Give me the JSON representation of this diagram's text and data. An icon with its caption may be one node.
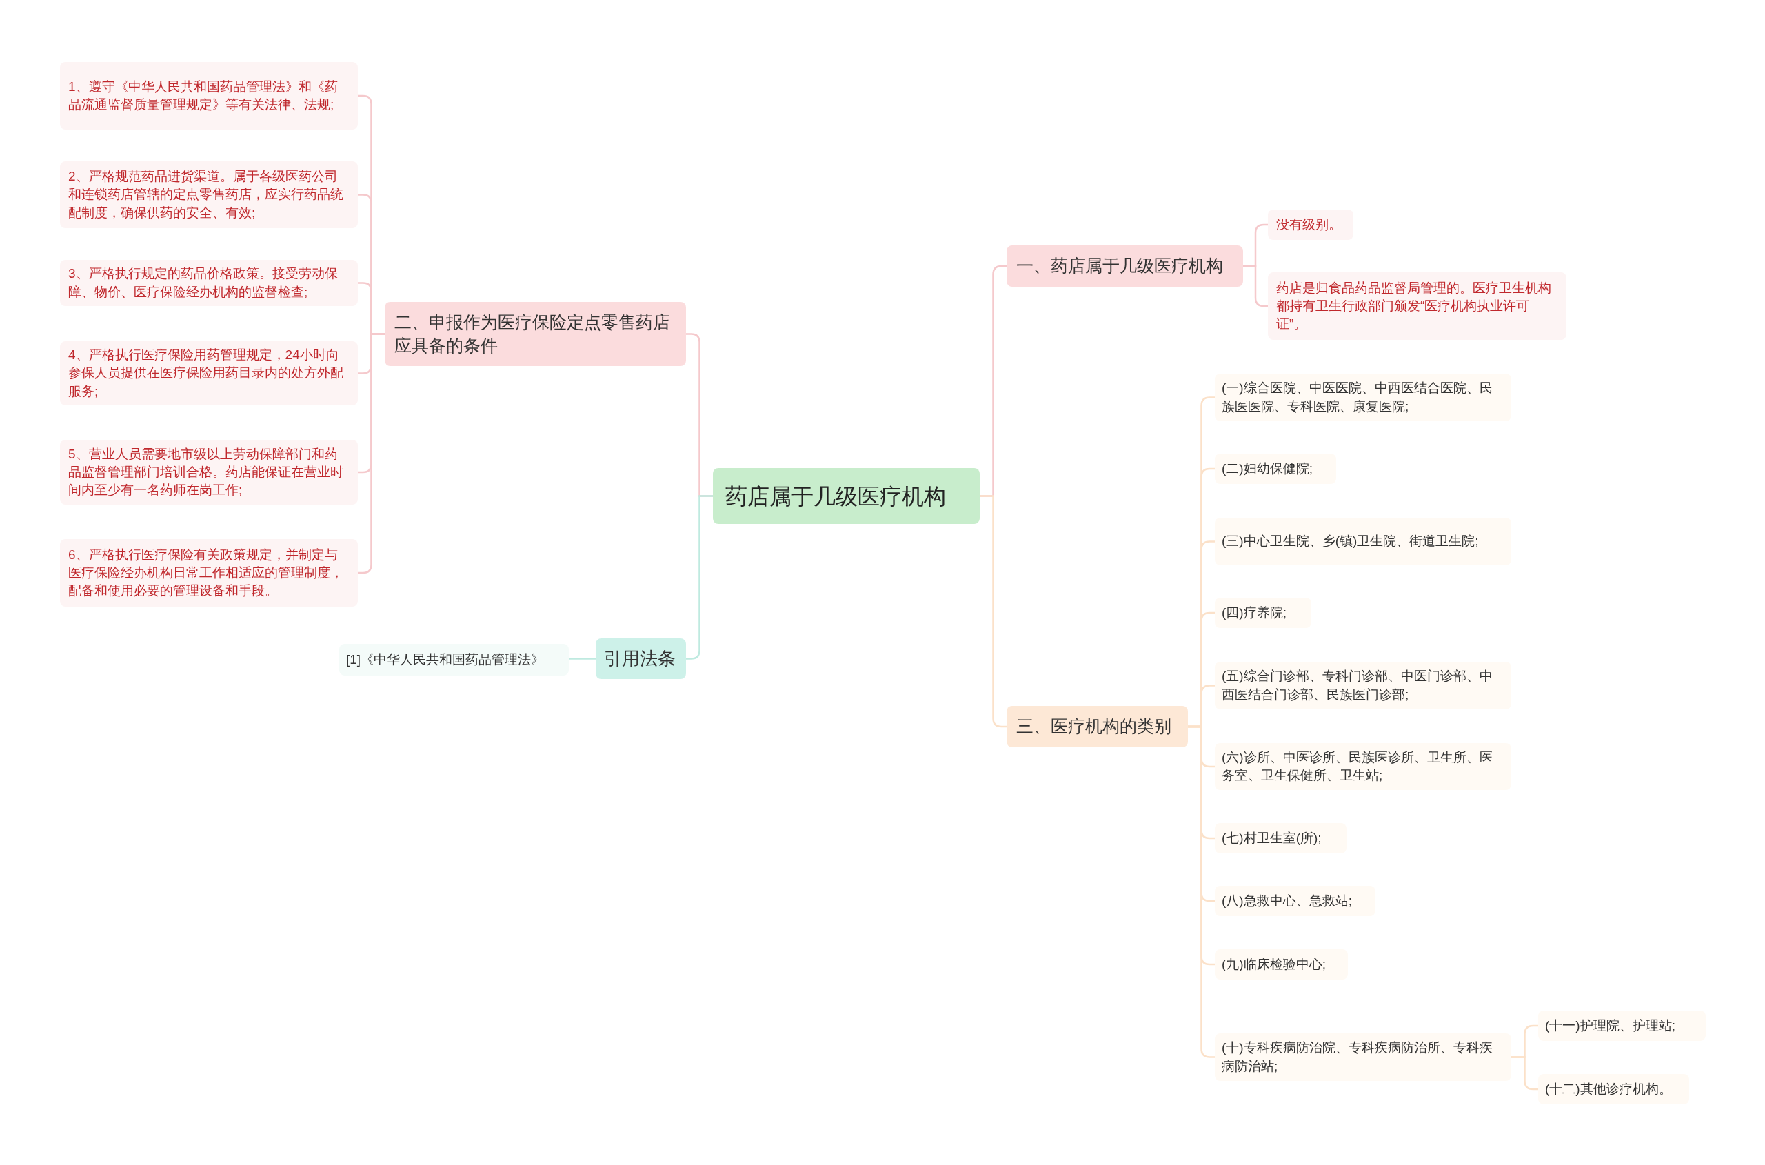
{
  "diagram": {
    "nodes": [
      {
        "text": [
          "药店属于几级医疗机构"
        ]
      },
      {
        "text": [
          "二、申报作为医疗保险定点零售药店应具备的条件"
        ]
      },
      {
        "text": [
          "1、遵守《中华人民共和国药品管理法》和《药品流通监督质量管理规定》等有关法律、法规;"
        ]
      },
      {
        "text": [
          "2、严格规范药品进货渠道。属于各级医药公司和连锁药店管辖的定点零售药店，应实行药品统配制度，确保供药的安全、有效;"
        ]
      },
      {
        "text": [
          "3、严格执行规定的药品价格政策。接受劳动保障、物价、医疗保险经办机构的监督检查;"
        ]
      },
      {
        "text": [
          "4、严格执行医疗保险用药管理规定，24小时向参保人员提供在医疗保险用药目录内的处方外配服务;"
        ]
      },
      {
        "text": [
          "5、营业人员需要地市级以上劳动保障部门和药品监督管理部门培训合格。药店能保证在营业时间内至少有一名药师在岗工作;"
        ]
      },
      {
        "text": [
          "6、严格执行医疗保险有关政策规定，并制定与医疗保险经办机构日常工作相适应的管理制度，配备和使用必要的管理设备和手段。"
        ]
      },
      {
        "text": [
          "引用法条"
        ]
      },
      {
        "text": [
          "[1]《中华人民共和国药品管理法》"
        ]
      },
      {
        "text": [
          "一、药店属于几级医疗机构"
        ]
      },
      {
        "text": [
          "没有级别。"
        ]
      },
      {
        "text": [
          "药店是归食品药品监督局管理的。医疗卫生机构都持有卫生行政部门颁发“医疗机构执业许可证”。"
        ]
      },
      {
        "text": [
          "三、医疗机构的类别"
        ]
      },
      {
        "text": [
          "(一)综合医院、中医医院、中西医结合医院、民族医医院、专科医院、康复医院;"
        ]
      },
      {
        "text": [
          "(二)妇幼保健院;"
        ]
      },
      {
        "text": [
          "(三)中心卫生院、乡(镇)卫生院、街道卫生院;"
        ]
      },
      {
        "text": [
          "(四)疗养院;"
        ]
      },
      {
        "text": [
          "(五)综合门诊部、专科门诊部、中医门诊部、中西医结合门诊部、民族医门诊部;"
        ]
      },
      {
        "text": [
          "(六)诊所、中医诊所、民族医诊所、卫生所、医务室、卫生保健所、卫生站;"
        ]
      },
      {
        "text": [
          "(七)村卫生室(所);"
        ]
      },
      {
        "text": [
          "(八)急救中心、急救站;"
        ]
      },
      {
        "text": [
          "(九)临床检验中心;"
        ]
      },
      {
        "text": [
          "(十)专科疾病防治院、专科疾病防治所、专科疾病防治站;"
        ]
      },
      {
        "text": [
          "(十一)护理院、护理站;"
        ]
      },
      {
        "text": [
          "(十二)其他诊疗机构。"
        ]
      }
    ],
    "edges": [
      {
        "from": 0,
        "to": 1,
        "arrow": "none",
        "color": "#f5c9cc"
      },
      {
        "from": 1,
        "to": 2,
        "arrow": "none",
        "color": "#f5c9cc"
      },
      {
        "from": 1,
        "to": 3,
        "arrow": "none",
        "color": "#f5c9cc"
      },
      {
        "from": 1,
        "to": 4,
        "arrow": "none",
        "color": "#f5c9cc"
      },
      {
        "from": 1,
        "to": 5,
        "arrow": "none",
        "color": "#f5c9cc"
      },
      {
        "from": 1,
        "to": 6,
        "arrow": "none",
        "color": "#f5c9cc"
      },
      {
        "from": 1,
        "to": 7,
        "arrow": "none",
        "color": "#f5c9cc"
      },
      {
        "from": 0,
        "to": 8,
        "arrow": "none",
        "color": "#bfeae0"
      },
      {
        "from": 8,
        "to": 9,
        "arrow": "none",
        "color": "#bfeae0"
      },
      {
        "from": 0,
        "to": 10,
        "arrow": "none",
        "color": "#f5c9cc"
      },
      {
        "from": 10,
        "to": 11,
        "arrow": "none",
        "color": "#f5c9cc"
      },
      {
        "from": 10,
        "to": 12,
        "arrow": "none",
        "color": "#f5c9cc"
      },
      {
        "from": 0,
        "to": 13,
        "arrow": "none"
      },
      {
        "from": 13,
        "to": 14,
        "arrow": "none"
      },
      {
        "from": 13,
        "to": 15,
        "arrow": "none"
      },
      {
        "from": 13,
        "to": 16,
        "arrow": "none"
      },
      {
        "from": 13,
        "to": 17,
        "arrow": "none"
      },
      {
        "from": 13,
        "to": 18,
        "arrow": "none"
      },
      {
        "from": 13,
        "to": 19,
        "arrow": "none"
      },
      {
        "from": 13,
        "to": 20,
        "arrow": "none"
      },
      {
        "from": 13,
        "to": 21,
        "arrow": "none"
      },
      {
        "from": 13,
        "to": 22,
        "arrow": "none"
      },
      {
        "from": 13,
        "to": 23,
        "arrow": "none"
      },
      {
        "from": 23,
        "to": 24,
        "arrow": "none"
      },
      {
        "from": 23,
        "to": 25,
        "arrow": "none"
      }
    ]
  }
}
